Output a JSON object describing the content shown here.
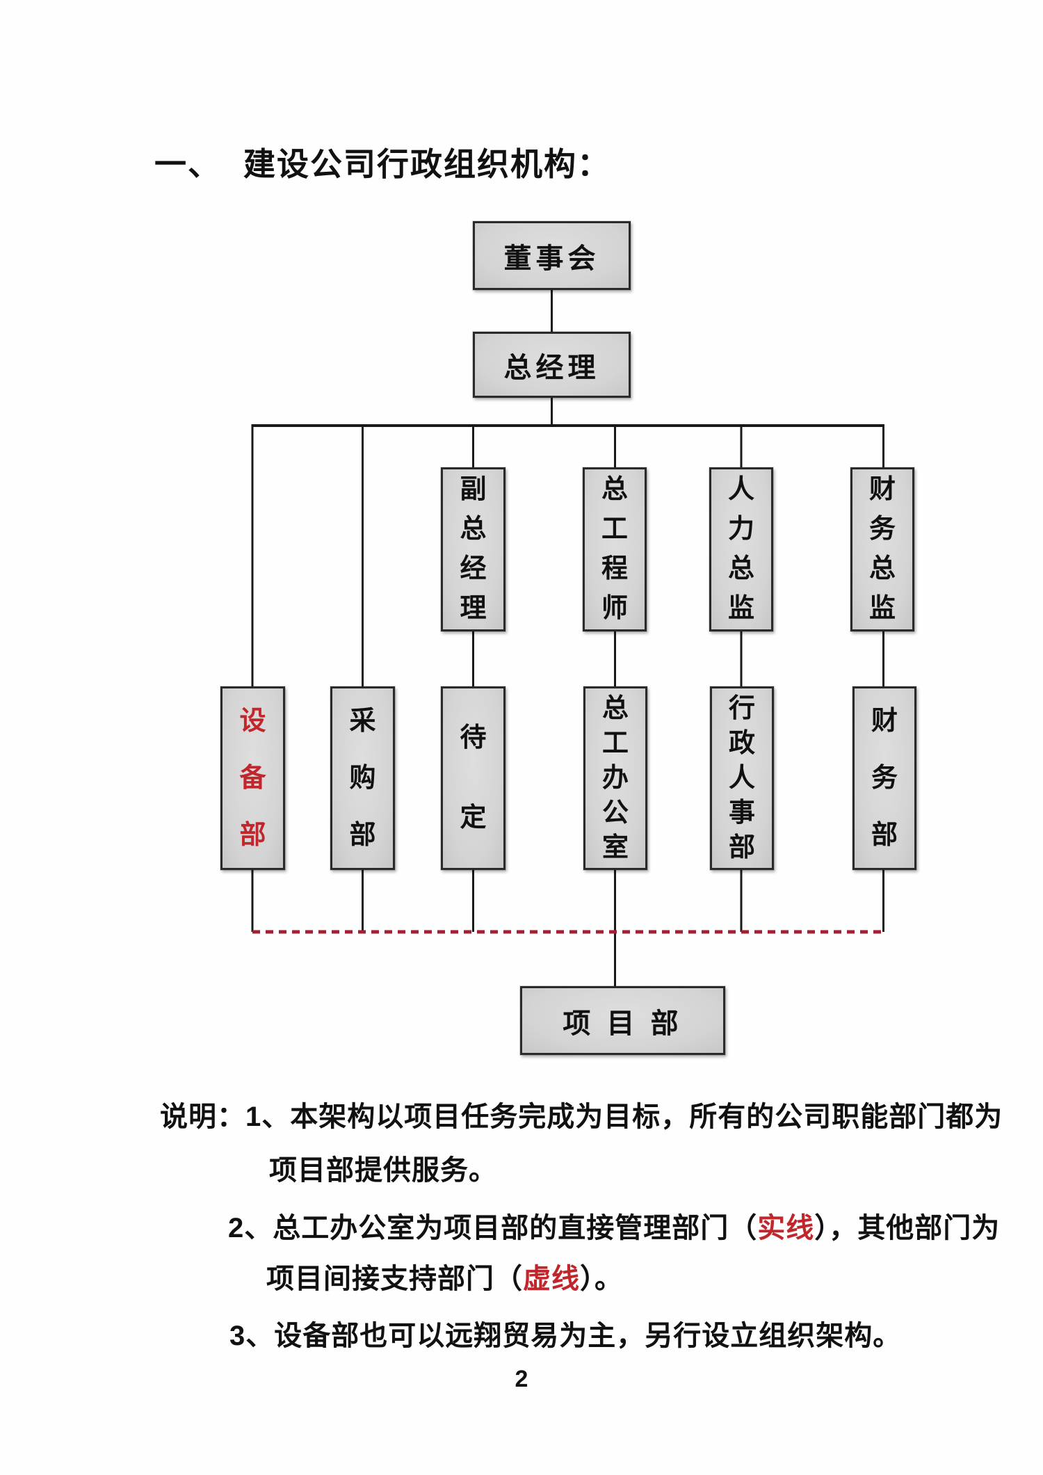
{
  "document": {
    "heading": {
      "numbering": "一、",
      "title": "建设公司行政组织机构："
    },
    "page_number": "2"
  },
  "org_chart": {
    "level1": {
      "board": "董事会"
    },
    "level2": {
      "general_manager": "总经理"
    },
    "level3": {
      "deputy_general_manager": "副总经理",
      "chief_engineer": "总工程师",
      "hr_director": "人力总监",
      "finance_director": "财务总监"
    },
    "level4": {
      "equipment_dept": "设备部",
      "procurement_dept": "采购部",
      "to_be_determined": "待定",
      "chief_engineer_office": "总工办公室",
      "admin_hr_dept": "行政人事部",
      "finance_dept": "财务部"
    },
    "level5": {
      "project_dept": "项 目 部"
    },
    "colors": {
      "equipment_dept_text": "#c0272d",
      "dashed_support_line": "#a31f34",
      "solid_line": "#1a1a1a",
      "box_fill": "#d4d4d4",
      "box_border": "#2a2a2a"
    }
  },
  "notes": {
    "line1": "说明：1、本架构以项目任务完成为目标，所有的公司职能部门都为",
    "line2": "项目部提供服务。",
    "line3_before": "2、总工办公室为项目部的直接管理部门（",
    "line3_red": "实线",
    "line3_after": "），其他部门为",
    "line4_before": "项目间接支持部门（",
    "line4_red": "虚线",
    "line4_after": "）。",
    "line5": "3、设备部也可以远翔贸易为主，另行设立组织架构。"
  }
}
